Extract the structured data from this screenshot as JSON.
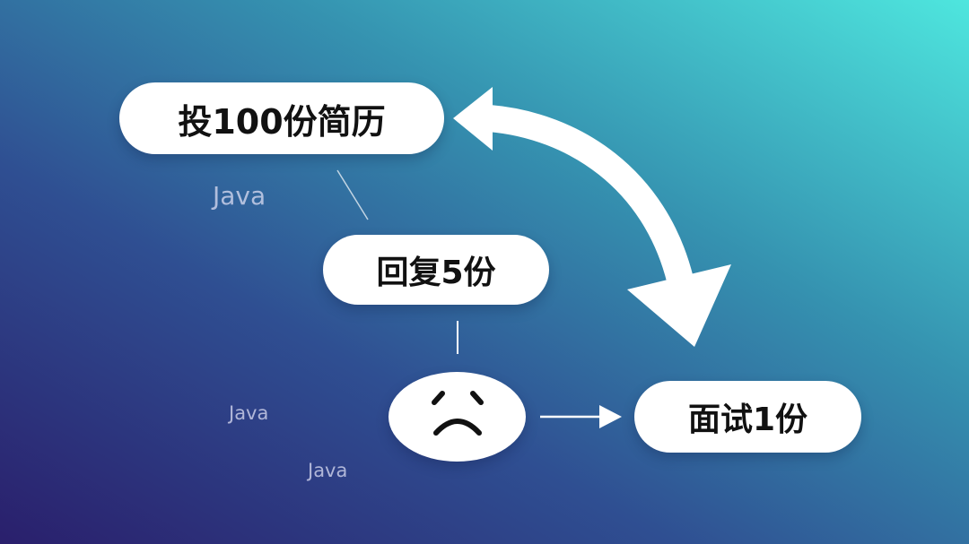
{
  "nodes": {
    "resumes_sent": "投100份简历",
    "replies": "回复5份",
    "interviews": "面试1份"
  },
  "watermarks": [
    "Java",
    "Java",
    "Java"
  ],
  "icons": {
    "face": "sad-face-icon",
    "cycle_arrow": "curved-double-arrow-icon",
    "flow_arrow": "right-arrow-icon"
  },
  "colors": {
    "background_dark": "#2a1f6c",
    "background_light": "#4ee6de",
    "node_fill": "#ffffff",
    "node_text": "#111111",
    "watermark": "#d6d8f0"
  }
}
